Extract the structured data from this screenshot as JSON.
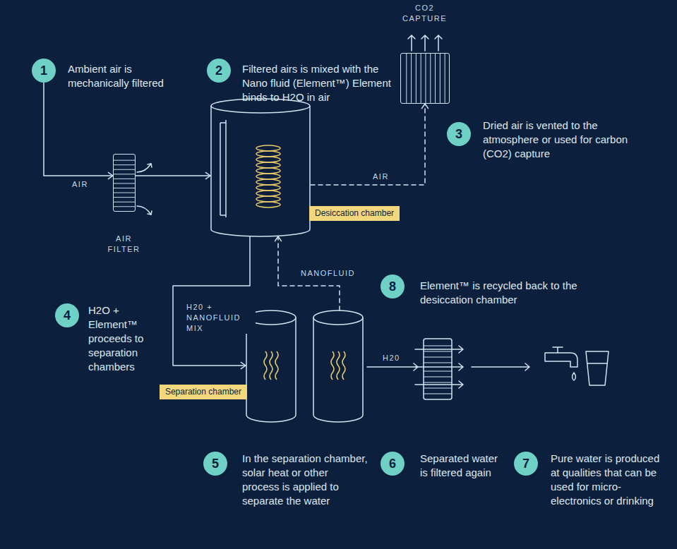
{
  "diagram": {
    "nodes": [
      {
        "text": [
          "1"
        ]
      },
      {
        "text": [
          "2"
        ]
      },
      {
        "text": [
          "CO2 CAPTURE"
        ]
      },
      {
        "text": [
          "3"
        ]
      },
      {
        "text": [
          "AIR FILTER"
        ]
      },
      {
        "text": [
          "Desiccation chamber"
        ]
      },
      {
        "text": [
          "8"
        ]
      },
      {
        "text": [
          "4"
        ]
      },
      {
        "text": [
          "Separation chamber"
        ]
      },
      {
        "text": [
          "5"
        ]
      },
      {
        "text": [
          "6"
        ]
      },
      {
        "text": [
          "7"
        ]
      }
    ],
    "edges": [
      {
        "from": 0,
        "to": 4,
        "label": "AIR",
        "arrow": "to"
      },
      {
        "from": 4,
        "to": 5,
        "arrow": "to"
      },
      {
        "from": 5,
        "to": 2,
        "label": "AIR",
        "arrow": "to"
      },
      {
        "from": 5,
        "to": 8,
        "label": "H20 + NANOFLUID MIX",
        "arrow": "to"
      },
      {
        "from": 8,
        "to": 5,
        "label": "NANOFLUID",
        "arrow": "to"
      }
    ],
    "labels": [
      "Ambient air is mechanically filtered",
      "Filtered airs is mixed with the Nano fluid (Element™) Element binds to H2O in air",
      "Dried air is vented to the atmosphere or used for carbon (CO2) capture",
      "H2O + Element™ proceeds to separation chambers",
      "In the separation chamber, solar heat or other process is applied to separate the water",
      "Separated water is filtered again",
      "Pure water is produced at qualities that can be used for micro-electronics or drinking",
      "Element™ is recycled back to the desiccation chamber",
      "H20"
    ]
  }
}
